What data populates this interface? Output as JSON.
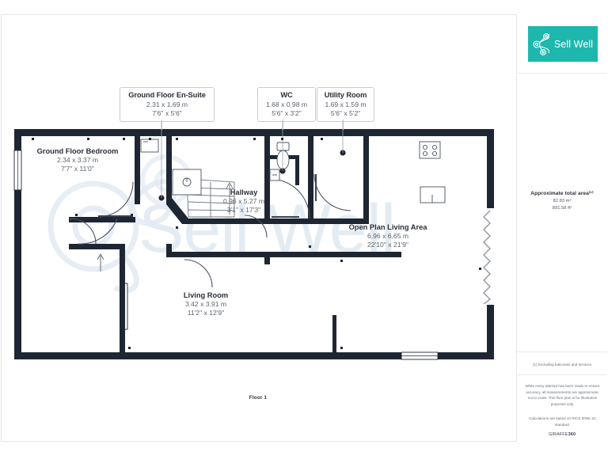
{
  "brand": {
    "logo_text": "Sell Well",
    "logo_bg": "#1eb7ad",
    "watermark_text": "Sell Well"
  },
  "sidebar": {
    "area_title": "Approximate total area⁽¹⁾",
    "area_metric": "82.83 m²",
    "area_imperial": "891.58 ft²",
    "footnote": "(1) Excluding balconies and terraces",
    "disclaimer": "While every attempt has been made to ensure accuracy, all measurements are approximate, not to scale. This floor plan is for illustrative purposes only.",
    "calc_note": "Calculations are based on RICS IPMS 3C standard.",
    "giraffe_prefix": "GIRAFFE",
    "giraffe_suffix": "360"
  },
  "plan": {
    "floor_label": "Floor 1",
    "wall_color": "#1f2633",
    "watermark_color": "#e3ebf3",
    "rooms": [
      {
        "id": "ground-floor-en-suite",
        "name": "Ground Floor En-Suite",
        "metric": "2.31 x 1.69 m",
        "imperial": "7'6\" x 5'6\"",
        "boxed": true
      },
      {
        "id": "wc",
        "name": "WC",
        "metric": "1.68 x 0.98 m",
        "imperial": "5'6\" x 3'2\"",
        "boxed": true
      },
      {
        "id": "utility-room",
        "name": "Utility Room",
        "metric": "1.69 x 1.59 m",
        "imperial": "5'6\" x 5'2\"",
        "boxed": true
      },
      {
        "id": "ground-floor-bedroom",
        "name": "Ground Floor Bedroom",
        "metric": "2.34 x 3.37 m",
        "imperial": "7'7\" x 11'0\"",
        "boxed": false
      },
      {
        "id": "hallway",
        "name": "Hallway",
        "metric": "0.96 x 5.27 m",
        "imperial": "3'1\" x 17'3\"",
        "boxed": false
      },
      {
        "id": "open-plan-living-area",
        "name": "Open Plan Living Area",
        "metric": "6.96 x 6.65 m",
        "imperial": "22'10\" x 21'9\"",
        "boxed": false
      },
      {
        "id": "living-room",
        "name": "Living Room",
        "metric": "3.42 x 3.91 m",
        "imperial": "11'2\" x 12'9\"",
        "boxed": false
      }
    ]
  }
}
